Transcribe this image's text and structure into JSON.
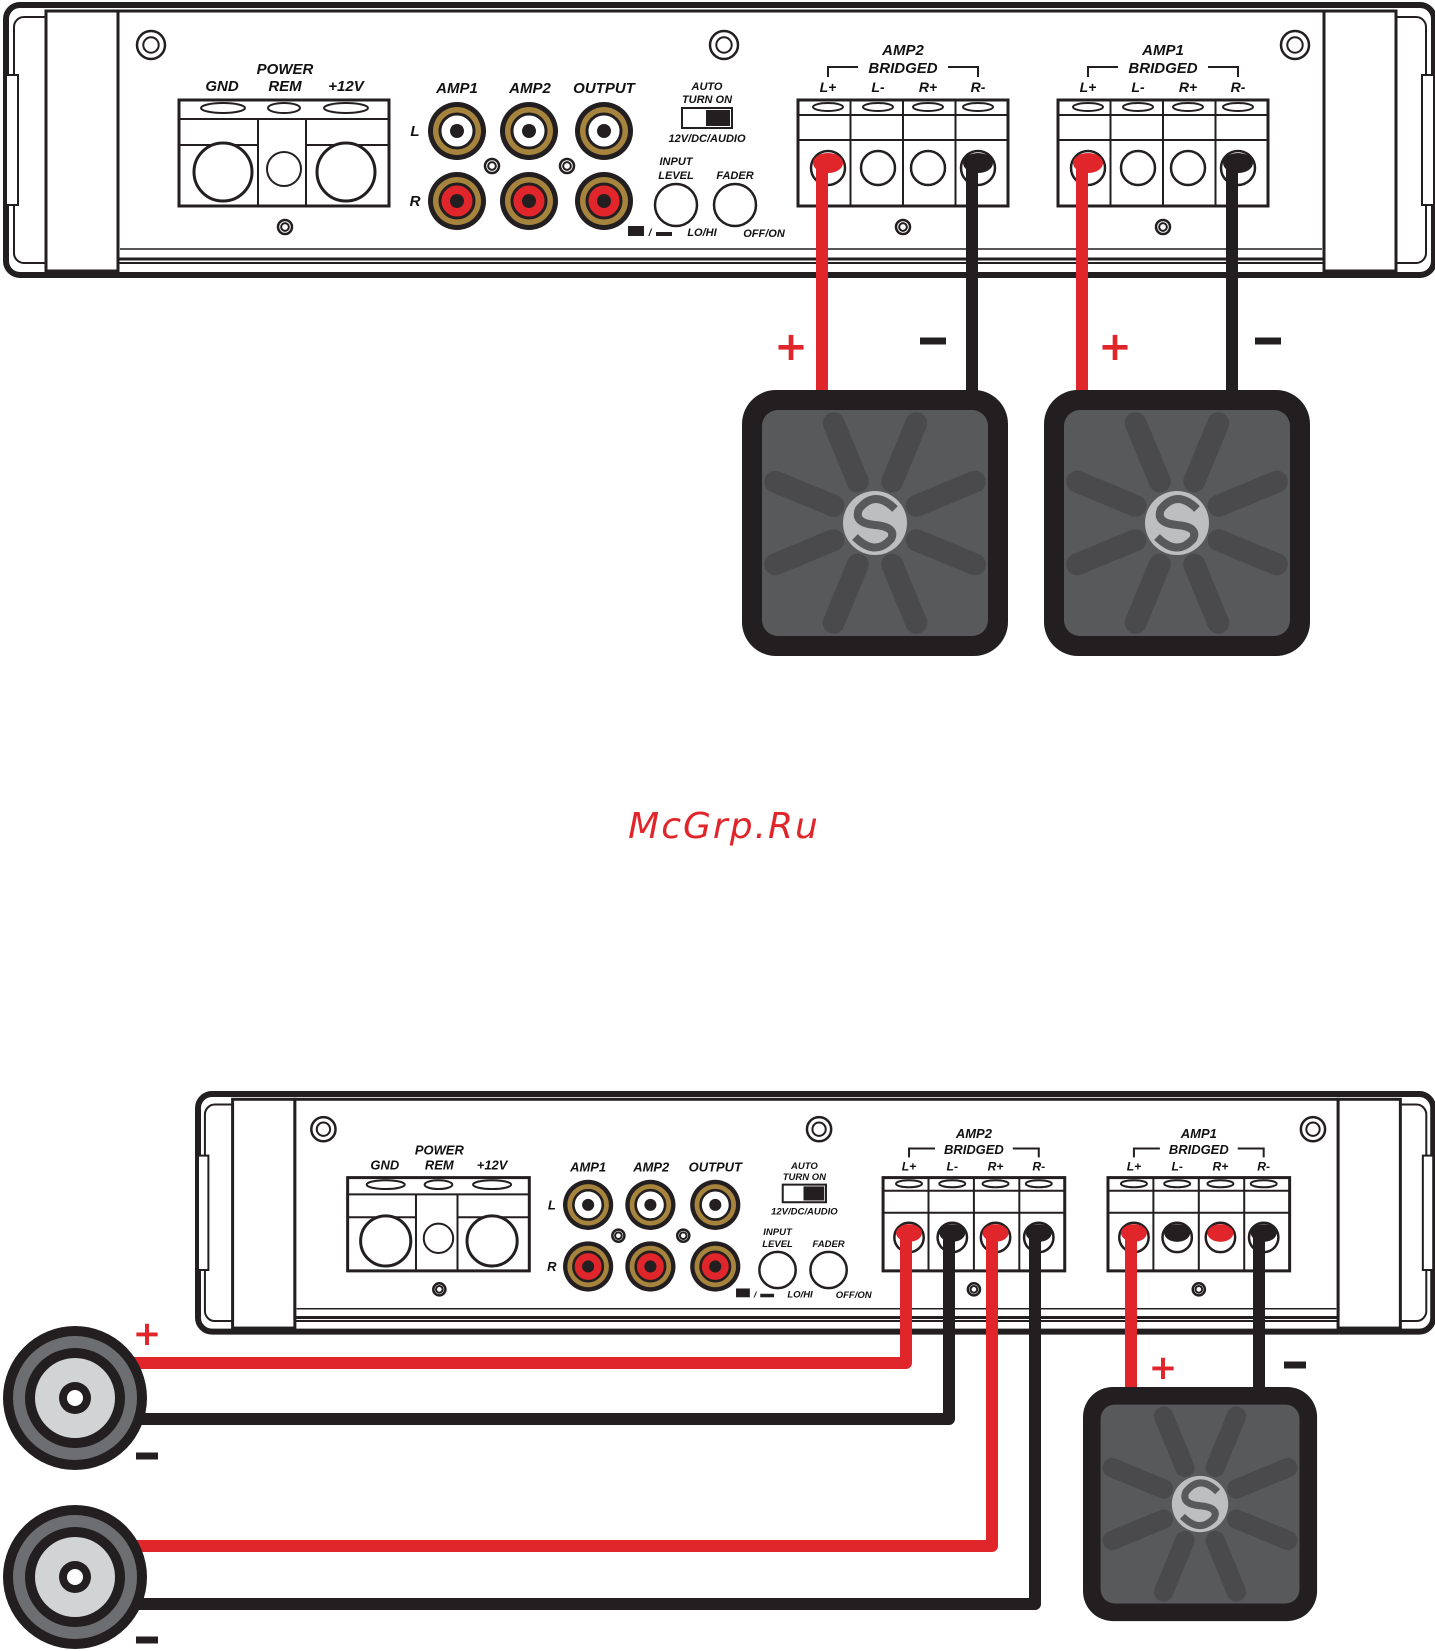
{
  "watermark": "McGrp.Ru",
  "amplifier": {
    "power_label": "POWER",
    "gnd_label": "GND",
    "rem_label": "REM",
    "v12_label": "+12V",
    "rca_amp1": "AMP1",
    "rca_amp2": "AMP2",
    "rca_output": "OUTPUT",
    "left_label": "L",
    "right_label": "R",
    "auto_line1": "AUTO",
    "auto_line2": "TURN ON",
    "auto_line3": "12V/DC/AUDIO",
    "input_line1": "INPUT",
    "input_line2": "LEVEL",
    "lohi": "LO/HI",
    "fader": "FADER",
    "offon": "OFF/ON",
    "slash": "/",
    "amp2_title": "AMP2",
    "amp1_title": "AMP1",
    "bridged": "BRIDGED",
    "terminals": [
      "L+",
      "L-",
      "R+",
      "R-"
    ]
  },
  "polarity": {
    "plus": "+",
    "minus": "−"
  },
  "colors": {
    "positive_wire": "#e1262b",
    "negative_wire": "#231f20",
    "rca_ring": "#a6843d",
    "sub_face": "#58595b",
    "sub_logo": "#bcbec0"
  },
  "icons": {
    "subwoofer": "subwoofer-icon",
    "speaker": "speaker-icon",
    "rca_jack": "rca-jack-icon",
    "screw": "screw-icon"
  }
}
